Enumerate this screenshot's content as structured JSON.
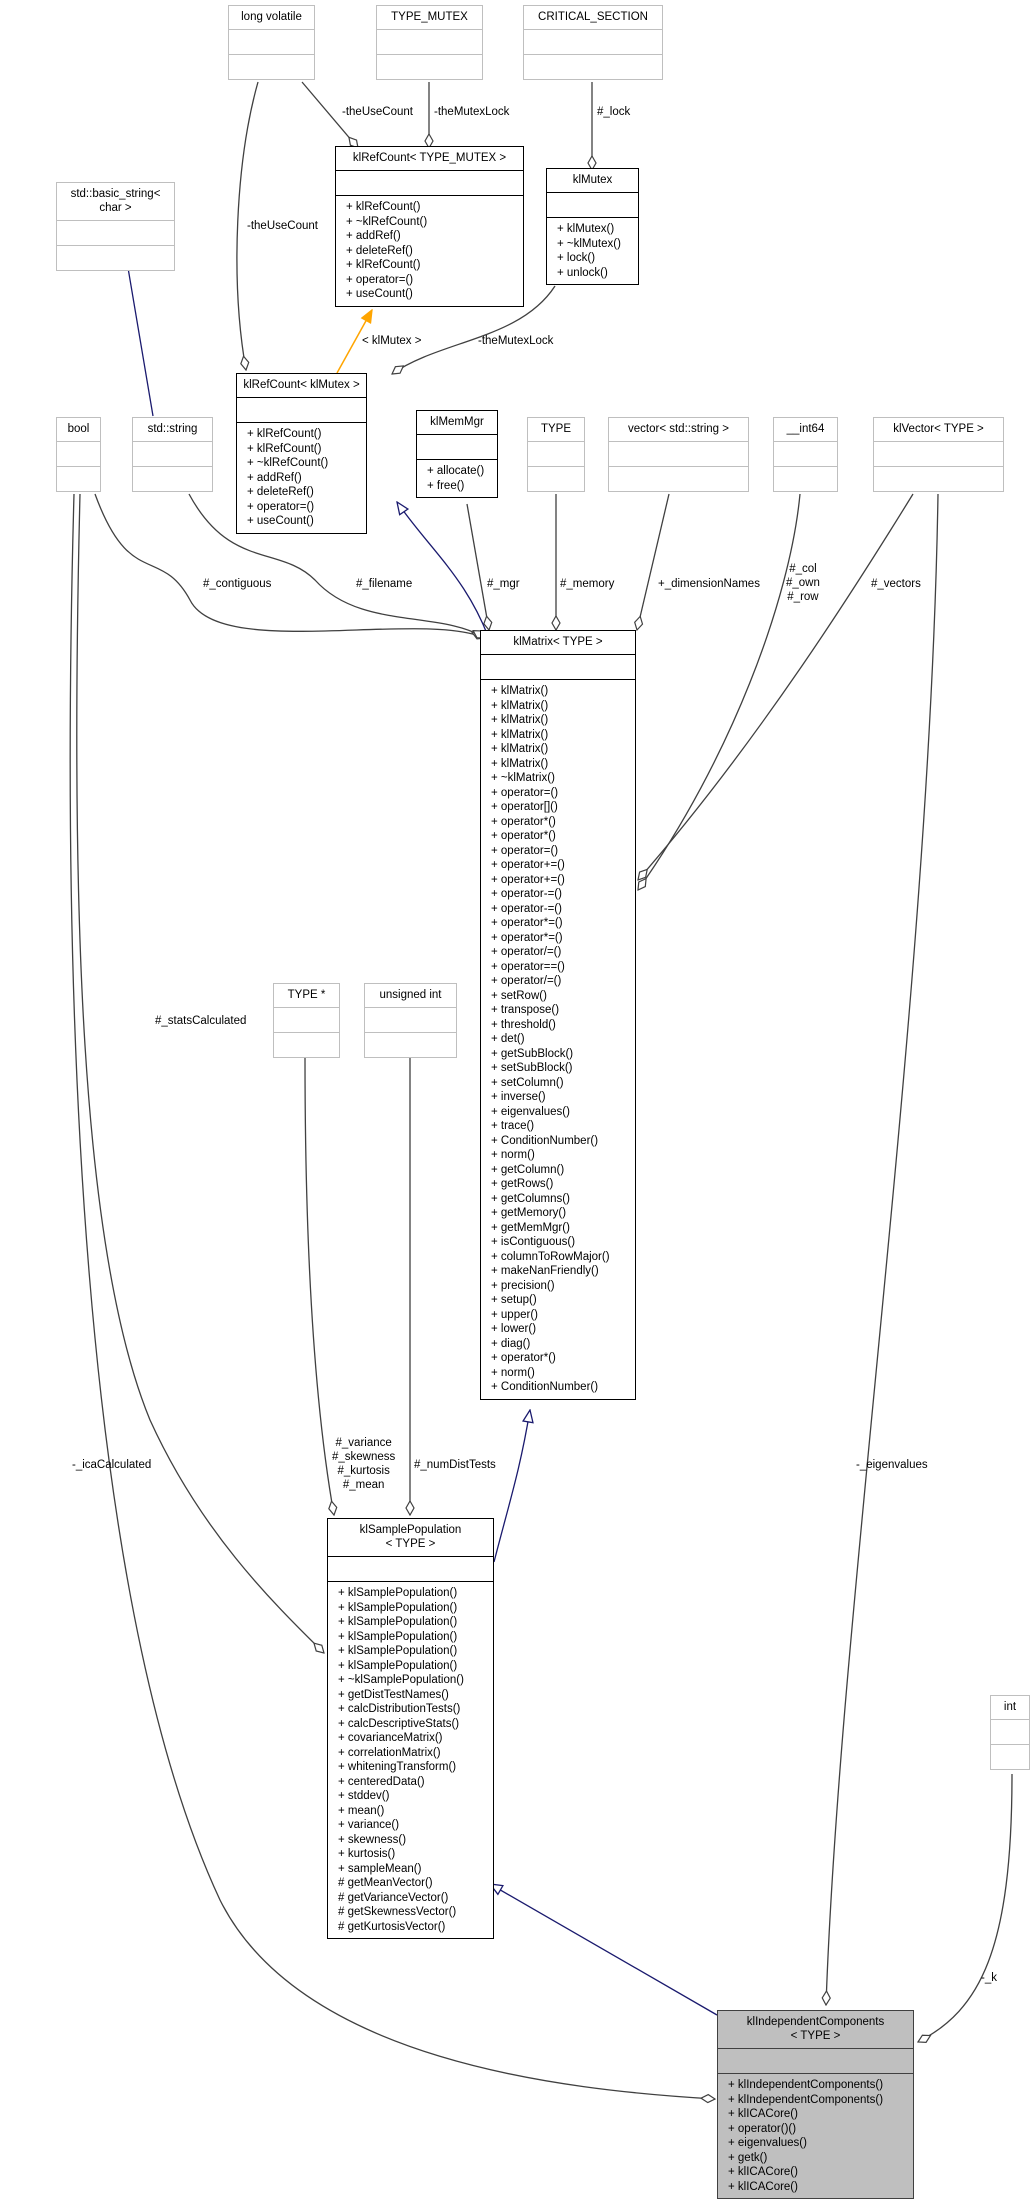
{
  "diagram": {
    "type": "UML class collaboration diagram",
    "focus_class": "klIndependentComponents< TYPE >",
    "colors": {
      "background": "#ffffff",
      "class_border": "#000000",
      "external_border": "#bfbfbf",
      "focus_fill": "#bfbfbf",
      "usage_edge": "#404040",
      "inheritance_edge": "#1a1a6e",
      "template_edge": "#ffa500"
    }
  },
  "classes": {
    "long_volatile": {
      "name": "long volatile",
      "ops": []
    },
    "type_mutex": {
      "name": "TYPE_MUTEX",
      "ops": []
    },
    "critical_section": {
      "name": "CRITICAL_SECTION",
      "ops": []
    },
    "basic_string": {
      "name": "std::basic_string<\nchar >",
      "ops": []
    },
    "refcount_tm": {
      "name": "klRefCount< TYPE_MUTEX >",
      "ops": [
        "+ klRefCount()",
        "+ ~klRefCount()",
        "+ addRef()",
        "+ deleteRef()",
        "+ klRefCount()",
        "+ operator=()",
        "+ useCount()"
      ]
    },
    "klmutex": {
      "name": "klMutex",
      "ops": [
        "+ klMutex()",
        "+ ~klMutex()",
        "+ lock()",
        "+ unlock()"
      ]
    },
    "refcount_km": {
      "name": "klRefCount< klMutex >",
      "ops": [
        "+ klRefCount()",
        "+ klRefCount()",
        "+ ~klRefCount()",
        "+ addRef()",
        "+ deleteRef()",
        "+ operator=()",
        "+ useCount()"
      ]
    },
    "bool": {
      "name": "bool",
      "ops": []
    },
    "std_string": {
      "name": "std::string",
      "ops": []
    },
    "memmgr": {
      "name": "klMemMgr",
      "ops": [
        "+ allocate()",
        "+ free()"
      ]
    },
    "type": {
      "name": "TYPE",
      "ops": []
    },
    "vector_string": {
      "name": "vector< std::string >",
      "ops": []
    },
    "int64": {
      "name": "__int64",
      "ops": []
    },
    "klvector": {
      "name": "klVector< TYPE >",
      "ops": []
    },
    "klmatrix": {
      "name": "klMatrix< TYPE >",
      "ops": [
        "+ klMatrix()",
        "+ klMatrix()",
        "+ klMatrix()",
        "+ klMatrix()",
        "+ klMatrix()",
        "+ klMatrix()",
        "+ ~klMatrix()",
        "+ operator=()",
        "+ operator[]()",
        "+ operator*()",
        "+ operator*()",
        "+ operator=()",
        "+ operator+=()",
        "+ operator+=()",
        "+ operator-=()",
        "+ operator-=()",
        "+ operator*=()",
        "+ operator*=()",
        "+ operator/=()",
        "+ operator==()",
        "+ operator/=()",
        "+ setRow()",
        "+ transpose()",
        "+ threshold()",
        "+ det()",
        "+ getSubBlock()",
        "+ setSubBlock()",
        "+ setColumn()",
        "+ inverse()",
        "+ eigenvalues()",
        "+ trace()",
        "+ ConditionNumber()",
        "+ norm()",
        "+ getColumn()",
        "+ getRows()",
        "+ getColumns()",
        "+ getMemory()",
        "+ getMemMgr()",
        "+ isContiguous()",
        "+ columnToRowMajor()",
        "+ makeNanFriendly()",
        "+ precision()",
        "+ setup()",
        "+ upper()",
        "+ lower()",
        "+ diag()",
        "+ operator*()",
        "+ norm()",
        "+ ConditionNumber()"
      ]
    },
    "type_ptr": {
      "name": "TYPE *",
      "ops": []
    },
    "unsigned_int": {
      "name": "unsigned int",
      "ops": []
    },
    "samplepop": {
      "name": "klSamplePopulation\n< TYPE >",
      "ops": [
        "+ klSamplePopulation()",
        "+ klSamplePopulation()",
        "+ klSamplePopulation()",
        "+ klSamplePopulation()",
        "+ klSamplePopulation()",
        "+ klSamplePopulation()",
        "+ ~klSamplePopulation()",
        "+ getDistTestNames()",
        "+ calcDistributionTests()",
        "+ calcDescriptiveStats()",
        "+ covarianceMatrix()",
        "+ correlationMatrix()",
        "+ whiteningTransform()",
        "+ centeredData()",
        "+ stddev()",
        "+ mean()",
        "+ variance()",
        "+ skewness()",
        "+ kurtosis()",
        "+ sampleMean()",
        "# getMeanVector()",
        "# getVarianceVector()",
        "# getSkewnessVector()",
        "# getKurtosisVector()"
      ]
    },
    "int": {
      "name": "int",
      "ops": []
    },
    "indepcomp": {
      "name": "klIndependentComponents\n< TYPE >",
      "ops": [
        "+ klIndependentComponents()",
        "+ klIndependentComponents()",
        "+ klICACore()",
        "+ operator()()",
        "+ eigenvalues()",
        "+ getk()",
        "+ klICACore()",
        "+ klICACore()"
      ]
    }
  },
  "edge_labels": {
    "theUseCount_1": "-theUseCount",
    "theMutexLock_1": "-theMutexLock",
    "lock": "#_lock",
    "theUseCount_2": "-theUseCount",
    "template_arg": "< klMutex >",
    "theMutexLock_2": "-theMutexLock",
    "contiguous": "#_contiguous",
    "filename": "#_filename",
    "mgr": "#_mgr",
    "memory": "#_memory",
    "dimensionNames": "+_dimensionNames",
    "col_own_row": "#_col\n#_own\n#_row",
    "vectors": "#_vectors",
    "statsCalculated": "#_statsCalculated",
    "stats_members": "#_variance\n#_skewness\n#_kurtosis\n#_mean",
    "numDistTests": "#_numDistTests",
    "icaCalculated": "-_icaCalculated",
    "eigenvalues": "-_eigenvalues",
    "k": "-_k"
  }
}
